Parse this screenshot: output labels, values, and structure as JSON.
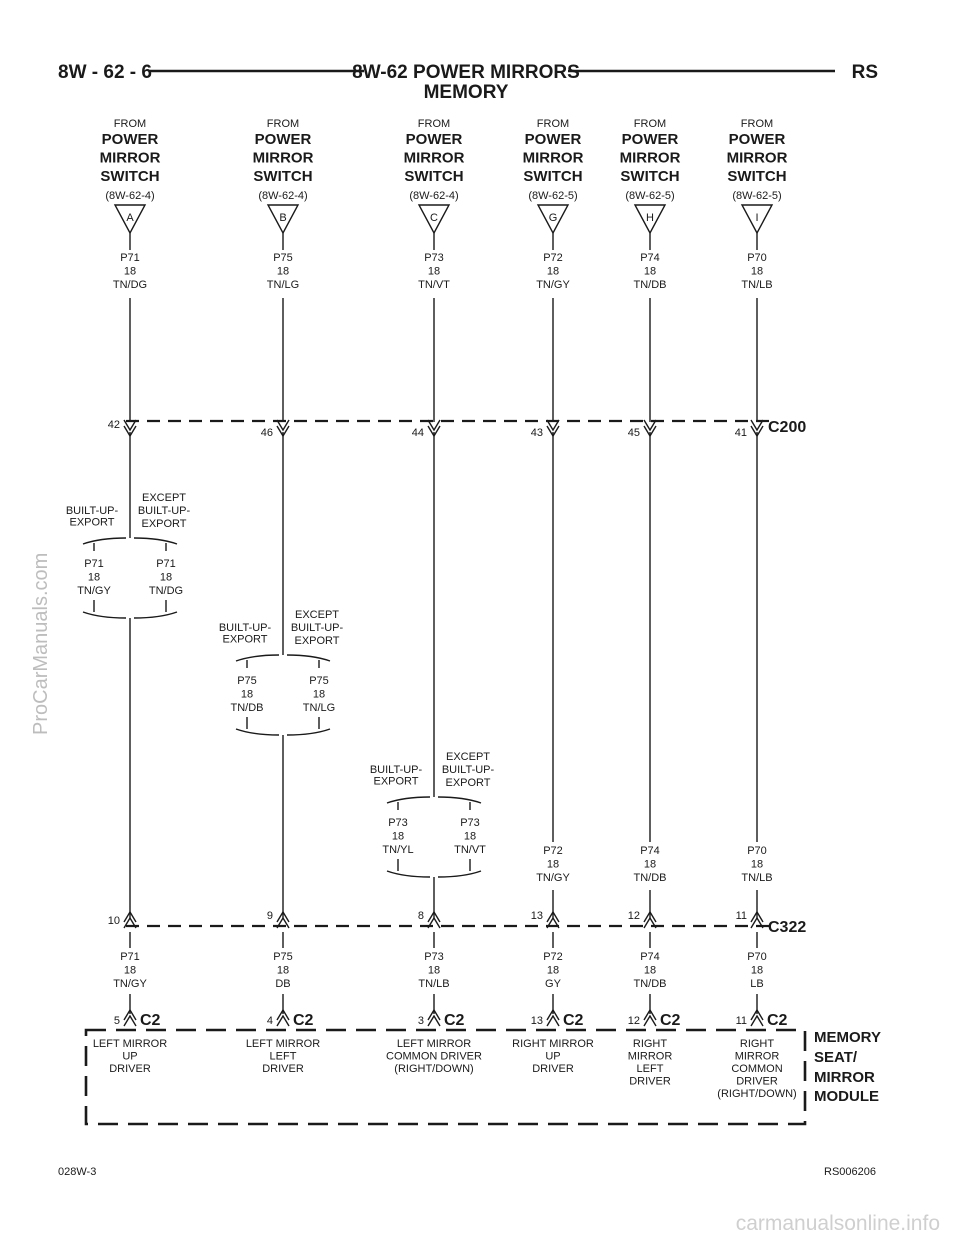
{
  "header": {
    "page_id": "8W - 62 - 6",
    "title_line1": "8W-62 POWER MIRRORS",
    "title_line2": "MEMORY",
    "code": "RS"
  },
  "wires": [
    {
      "from": "FROM",
      "source": [
        "POWER",
        "MIRROR",
        "SWITCH"
      ],
      "ref": "(8W-62-4)",
      "pin": "A",
      "top_label": [
        "P71",
        "18",
        "TN/DG"
      ],
      "c200_pin": "42",
      "c322_pin": "10",
      "split": {
        "left_title": [
          "BUILT-UP-",
          "EXPORT"
        ],
        "right_title": [
          "EXCEPT",
          "BUILT-UP-",
          "EXPORT"
        ],
        "left_wire": [
          "P71",
          "18",
          "TN/GY"
        ],
        "right_wire": [
          "P71",
          "18",
          "TN/DG"
        ]
      },
      "mid_label": [],
      "bottom_label": [
        "P71",
        "18",
        "TN/GY"
      ],
      "c2_pin": "5",
      "c2_label": "C2",
      "function": [
        "LEFT MIRROR",
        "UP",
        "DRIVER"
      ]
    },
    {
      "from": "FROM",
      "source": [
        "POWER",
        "MIRROR",
        "SWITCH"
      ],
      "ref": "(8W-62-4)",
      "pin": "B",
      "top_label": [
        "P75",
        "18",
        "TN/LG"
      ],
      "c200_pin": "46",
      "c322_pin": "9",
      "split": {
        "left_title": [
          "BUILT-UP-",
          "EXPORT"
        ],
        "right_title": [
          "EXCEPT",
          "BUILT-UP-",
          "EXPORT"
        ],
        "left_wire": [
          "P75",
          "18",
          "TN/DB"
        ],
        "right_wire": [
          "P75",
          "18",
          "TN/LG"
        ]
      },
      "mid_label": [],
      "bottom_label": [
        "P75",
        "18",
        "DB"
      ],
      "c2_pin": "4",
      "c2_label": "C2",
      "function": [
        "LEFT MIRROR",
        "LEFT",
        "DRIVER"
      ]
    },
    {
      "from": "FROM",
      "source": [
        "POWER",
        "MIRROR",
        "SWITCH"
      ],
      "ref": "(8W-62-4)",
      "pin": "C",
      "top_label": [
        "P73",
        "18",
        "TN/VT"
      ],
      "c200_pin": "44",
      "c322_pin": "8",
      "split": {
        "left_title": [
          "BUILT-UP-",
          "EXPORT"
        ],
        "right_title": [
          "EXCEPT",
          "BUILT-UP-",
          "EXPORT"
        ],
        "left_wire": [
          "P73",
          "18",
          "TN/YL"
        ],
        "right_wire": [
          "P73",
          "18",
          "TN/VT"
        ]
      },
      "mid_label": [],
      "bottom_label": [
        "P73",
        "18",
        "TN/LB"
      ],
      "c2_pin": "3",
      "c2_label": "C2",
      "function": [
        "LEFT MIRROR",
        "COMMON DRIVER",
        "(RIGHT/DOWN)"
      ]
    },
    {
      "from": "FROM",
      "source": [
        "POWER",
        "MIRROR",
        "SWITCH"
      ],
      "ref": "(8W-62-5)",
      "pin": "G",
      "top_label": [
        "P72",
        "18",
        "TN/GY"
      ],
      "c200_pin": "43",
      "c322_pin": "13",
      "split": null,
      "mid_label": [
        "P72",
        "18",
        "TN/GY"
      ],
      "bottom_label": [
        "P72",
        "18",
        "GY"
      ],
      "c2_pin": "13",
      "c2_label": "C2",
      "function": [
        "RIGHT MIRROR",
        "UP",
        "DRIVER"
      ]
    },
    {
      "from": "FROM",
      "source": [
        "POWER",
        "MIRROR",
        "SWITCH"
      ],
      "ref": "(8W-62-5)",
      "pin": "H",
      "top_label": [
        "P74",
        "18",
        "TN/DB"
      ],
      "c200_pin": "45",
      "c322_pin": "12",
      "split": null,
      "mid_label": [
        "P74",
        "18",
        "TN/DB"
      ],
      "bottom_label": [
        "P74",
        "18",
        "TN/DB"
      ],
      "c2_pin": "12",
      "c2_label": "C2",
      "function": [
        "RIGHT",
        "MIRROR",
        "LEFT",
        "DRIVER"
      ]
    },
    {
      "from": "FROM",
      "source": [
        "POWER",
        "MIRROR",
        "SWITCH"
      ],
      "ref": "(8W-62-5)",
      "pin": "I",
      "top_label": [
        "P70",
        "18",
        "TN/LB"
      ],
      "c200_pin": "41",
      "c322_pin": "11",
      "split": null,
      "mid_label": [
        "P70",
        "18",
        "TN/LB"
      ],
      "bottom_label": [
        "P70",
        "18",
        "LB"
      ],
      "c2_pin": "11",
      "c2_label": "C2",
      "function": [
        "RIGHT",
        "MIRROR",
        "COMMON",
        "DRIVER",
        "(RIGHT/DOWN)"
      ]
    }
  ],
  "connectors": {
    "c200": "C200",
    "c322": "C322"
  },
  "module": [
    "MEMORY",
    "SEAT/",
    "MIRROR",
    "MODULE"
  ],
  "footer": {
    "left": "028W-3",
    "right": "RS006206"
  },
  "watermark": {
    "side": "ProCarManuals.com",
    "bottom": "carmanualsonline.info"
  }
}
